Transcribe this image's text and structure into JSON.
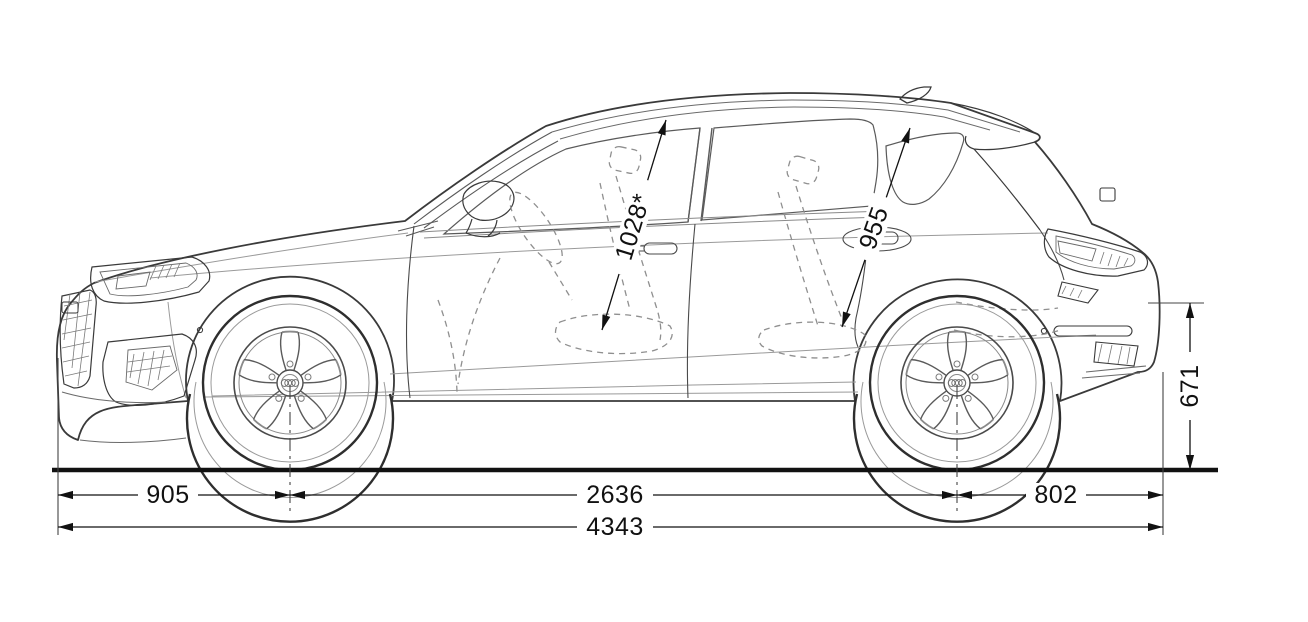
{
  "diagram": {
    "type": "vehicle-side-view-dimension-drawing",
    "dimensions": {
      "front_overhang": "905",
      "wheelbase": "2636",
      "rear_overhang": "802",
      "overall_length": "4343",
      "rear_height": "671",
      "front_interior_height": "1028*",
      "rear_interior_height": "955"
    },
    "colors": {
      "body_line": "#3a3a3a",
      "light_line": "#9a9a9a",
      "interior_dashed": "#8f8f8f",
      "dimension_line": "#1a1a1a",
      "background": "#ffffff"
    }
  }
}
